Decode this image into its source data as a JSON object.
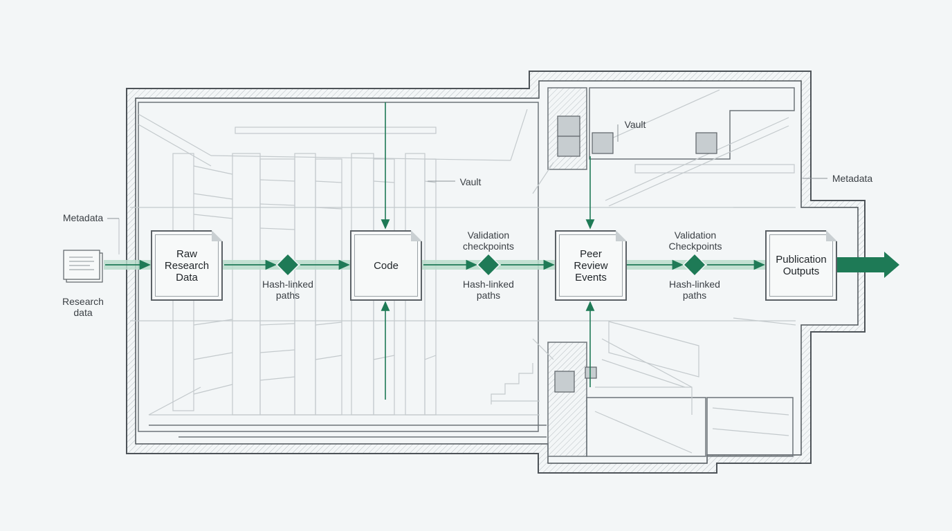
{
  "nodes": {
    "raw": "Raw Research Data",
    "code": "Code",
    "peer": "Peer Review Events",
    "pub": "Publication Outputs"
  },
  "labels": {
    "metadata_left": "Metadata",
    "research_data": "Research data",
    "vault_mid": "Vault",
    "vault_top": "Vault",
    "metadata_right": "Metadata",
    "validation_1": "Validation checkpoints",
    "validation_2": "Validation Checkpoints",
    "hash_1": "Hash-linked paths",
    "hash_2": "Hash-linked paths",
    "hash_3": "Hash-linked paths"
  },
  "colors": {
    "accent": "#1e7a56",
    "flow_band": "#b9dccb",
    "line": "#5b6166",
    "sketch": "#c3c9cc"
  }
}
